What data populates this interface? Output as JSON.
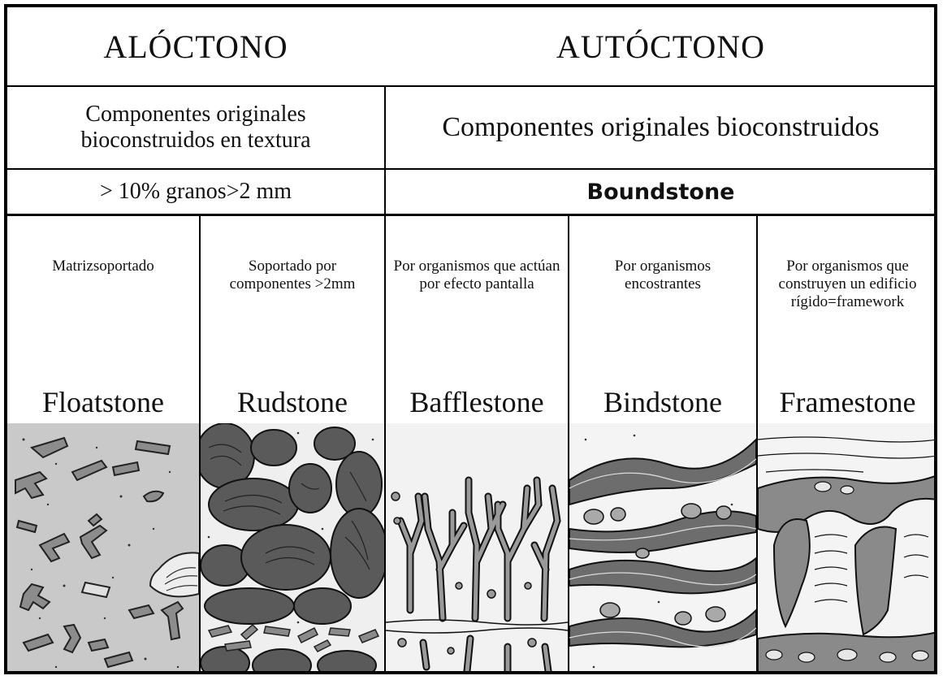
{
  "header": {
    "allochthonous": "ALÓCTONO",
    "autochthonous": "AUTÓCTONO"
  },
  "components": {
    "allochthonous": "Componentes originales bioconstruidos en textura",
    "autochthonous": "Componentes originales bioconstruidos"
  },
  "criteria": {
    "allochthonous": "> 10% granos>2 mm",
    "autochthonous": "Boundstone"
  },
  "types": [
    {
      "description": "Matrizsoportado",
      "name": "Floatstone",
      "image": "floatstone-texture"
    },
    {
      "description": "Soportado por componentes >2mm",
      "name": "Rudstone",
      "image": "rudstone-texture"
    },
    {
      "description": "Por organismos que actúan por efecto pantalla",
      "name": "Bafflestone",
      "image": "bafflestone-texture"
    },
    {
      "description": "Por organismos encostrantes",
      "name": "Bindstone",
      "image": "bindstone-texture"
    },
    {
      "description": "Por organismos que construyen un edificio rígido=framework",
      "name": "Framestone",
      "image": "framestone-texture"
    }
  ],
  "colors": {
    "border": "#000000",
    "light_gray": "#c8c8c8",
    "dark_gray": "#595959",
    "mid_gray": "#8a8a8a"
  }
}
